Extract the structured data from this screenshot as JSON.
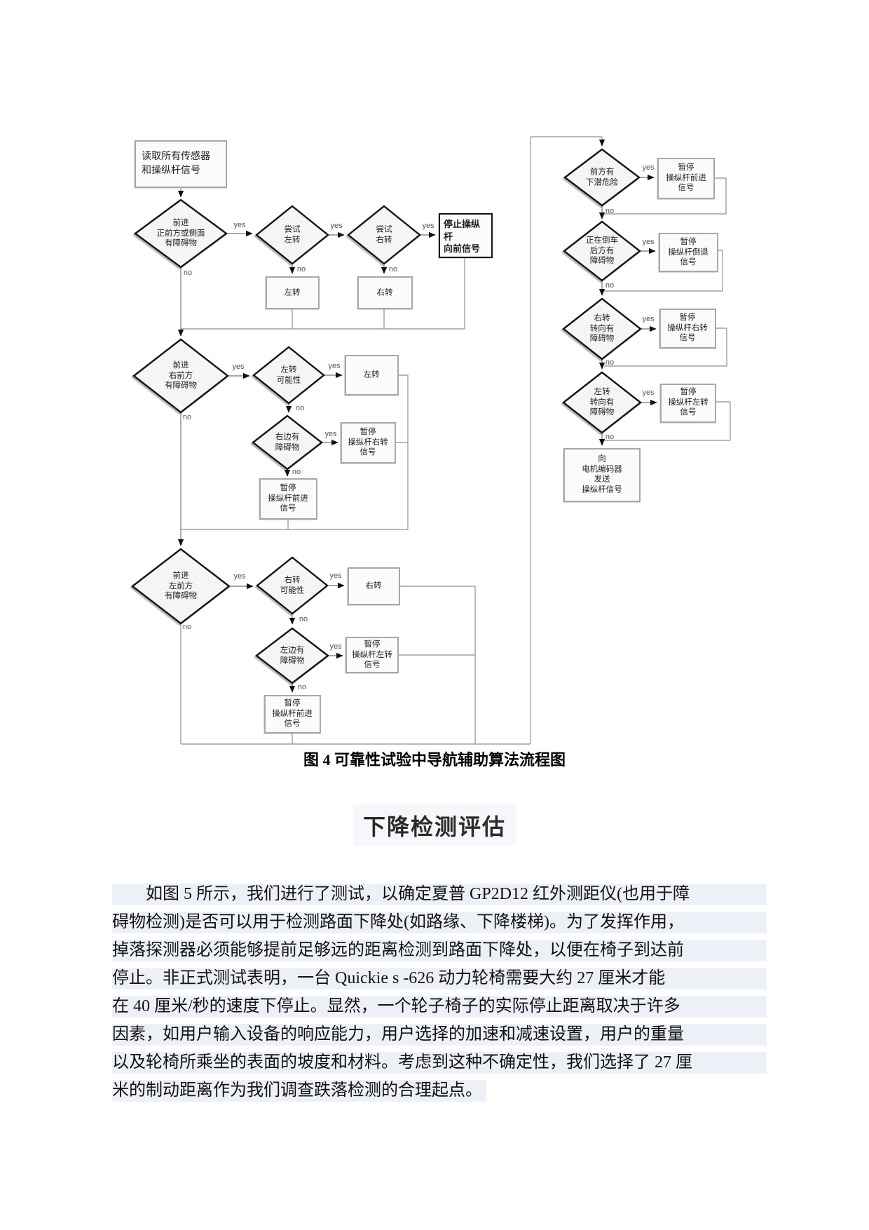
{
  "figure": {
    "caption": "图 4  可靠性试验中导航辅助算法流程图",
    "labels": {
      "yes": "yes",
      "no": "no"
    },
    "nodes": {
      "read_sensors": "读取所有传感器\n和操纵杆信号",
      "fwd_front_side_obstacle": "前进\n正前方或侧面\n有障碍物",
      "try_left": "尝试\n左转",
      "try_right": "尝试\n右转",
      "stop_joystick_forward": "停止操纵\n杆\n向前信号",
      "turn_left_1": "左转",
      "turn_right_1": "右转",
      "fwd_right_front_obstacle": "前进\n右前方\n有障碍物",
      "left_turn_possible": "左转\n可能性",
      "turn_left_2": "左转",
      "right_side_obstacle": "右边有\n障碍物",
      "pause_right_signal_mid": "暂停\n操纵杆右转\n信号",
      "pause_forward_signal_mid": "暂停\n操纵杆前进\n信号",
      "fwd_left_front_obstacle": "前进\n左前方\n有障碍物",
      "right_turn_possible": "右转\n可能性",
      "turn_right_2": "右转",
      "left_side_obstacle": "左边有\n障碍物",
      "pause_left_signal_low": "暂停\n操纵杆左转\n信号",
      "pause_forward_signal_low": "暂停\n操纵杆前进\n信号",
      "drop_hazard_ahead": "前方有\n下潜危险",
      "pause_forward_signal_right": "暂停\n操纵杆前进\n信号",
      "reversing_rear_obstacle": "正在倒车\n后方有\n障碍物",
      "pause_reverse_signal": "暂停\n操纵杆倒退\n信号",
      "right_turn_dir_obstacle": "右转\n转向有\n障碍物",
      "pause_right_signal_right": "暂停\n操纵杆右转\n信号",
      "left_turn_dir_obstacle": "左转\n转向有\n障碍物",
      "pause_left_signal_right": "暂停\n操纵杆左转\n信号",
      "send_to_encoder": "向\n电机编码器\n发送\n操纵杆信号"
    }
  },
  "section": {
    "heading": "下降检测评估"
  },
  "paragraph": {
    "lines": [
      "如图 5 所示，我们进行了测试，以确定夏普 GP2D12 红外测距仪(也用于障",
      "碍物检测)是否可以用于检测路面下降处(如路缘、下降楼梯)。为了发挥作用，",
      "掉落探测器必须能够提前足够远的距离检测到路面下降处，以便在椅子到达前",
      "停止。非正式测试表明，一台 Quickie s -626 动力轮椅需要大约 27 厘米才能",
      "在 40 厘米/秒的速度下停止。显然，一个轮子椅子的实际停止距离取决于许多",
      "因素，如用户输入设备的响应能力，用户选择的加速和减速设置，用户的重量",
      "以及轮椅所乘坐的表面的坡度和材料。考虑到这种不确定性，我们选择了 27 厘",
      "米的制动距离作为我们调查跌落检测的合理起点。"
    ]
  }
}
